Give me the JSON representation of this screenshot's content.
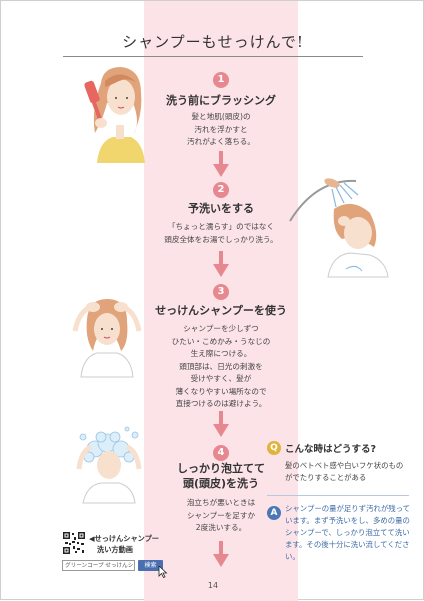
{
  "title": "シャンプーもせっけんで!",
  "steps": [
    {
      "num": "1",
      "heading": "洗う前にブラッシング",
      "body": [
        "髪と地肌(頭皮)の",
        "汚れを浮かすと",
        "汚れがよく落ちる。"
      ]
    },
    {
      "num": "2",
      "heading": "予洗いをする",
      "body": [
        "「ちょっと濡らす」のではなく",
        "頭皮全体をお湯でしっかり洗う。"
      ]
    },
    {
      "num": "3",
      "heading": "せっけんシャンプーを使う",
      "body": [
        "シャンプーを少しずつ",
        "ひたい・こめかみ・うなじの",
        "生え際につける。",
        "頭頂部は、日光の刺激を",
        "受けやすく、髪が",
        "薄くなりやすい場所なので",
        "直接つけるのは避けよう。"
      ]
    },
    {
      "num": "4",
      "heading": [
        "しっかり泡立てて",
        "頭(頭皮)を洗う"
      ],
      "body": [
        "泡立ちが悪いときは",
        "シャンプーを足すか",
        "2度洗いする。"
      ]
    }
  ],
  "qa": {
    "q_badge": "Q",
    "q_title": "こんな時はどうする?",
    "q_body": "髪のベトベト感や白いフケ状のものがでたりすることがある",
    "a_badge": "A",
    "a_body": "シャンプーの量が足りず汚れが残っています。まず予洗いをし、多めの量のシャンプーで、しっかり泡立てて洗います。その後十分に洗い流してください。"
  },
  "video": {
    "label_line1": "◀せっけんシャンプー",
    "label_line2": "洗い方動画",
    "search_text": "グリーンコープ せっけんシャンプー",
    "search_button": "検索"
  },
  "page_number": "14",
  "colors": {
    "band": "#fbe3e8",
    "step_circle": "#e7878f",
    "q_badge": "#e0b43c",
    "a_badge": "#4a78b4",
    "answer_text": "#3d6aa6"
  },
  "icons": [
    "hairbrush-illustration",
    "shower-illustration",
    "scalp-shampoo-illustration",
    "foam-wash-illustration",
    "qr-code-icon",
    "cursor-icon",
    "down-arrow-icon"
  ]
}
